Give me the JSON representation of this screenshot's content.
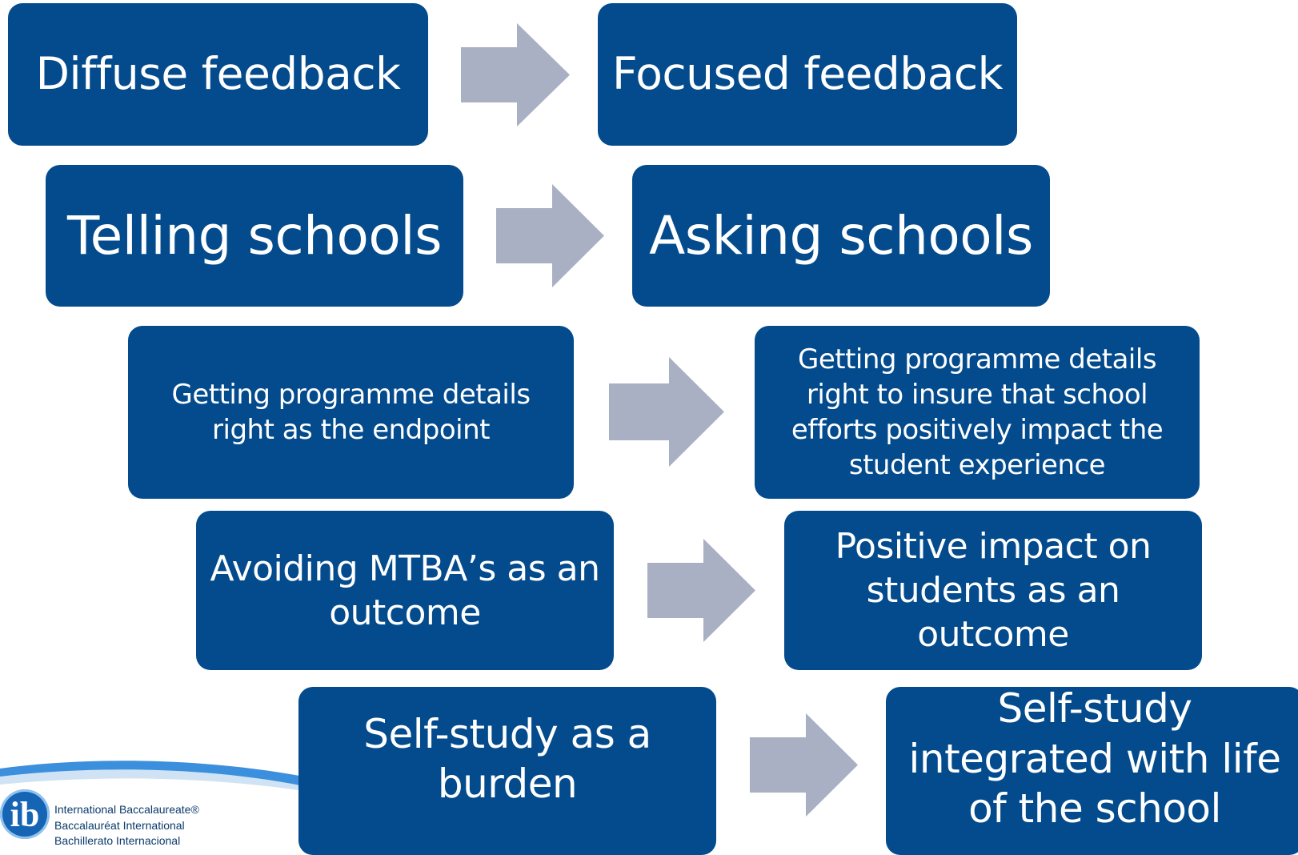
{
  "rows": [
    {
      "from": "Diffuse feedback",
      "to": "Focused feedback"
    },
    {
      "from": "Telling schools",
      "to": "Asking schools"
    },
    {
      "from": "Getting programme details right as the endpoint",
      "to": "Getting programme details right to insure that school efforts positively impact the student experience"
    },
    {
      "from": "Avoiding MTBA’s as an outcome",
      "to": "Positive impact on students as an outcome"
    },
    {
      "from": "Self-study as a burden",
      "to": "Self-study integrated with life of the school"
    }
  ],
  "logo": {
    "line1": "International Baccalaureate®",
    "line2": "Baccalauréat International",
    "line3": "Bachillerato Internacional",
    "mark": "ib"
  },
  "colors": {
    "box": "#034b8d",
    "arrow": "#a9b0c3",
    "text": "#ffffff"
  }
}
